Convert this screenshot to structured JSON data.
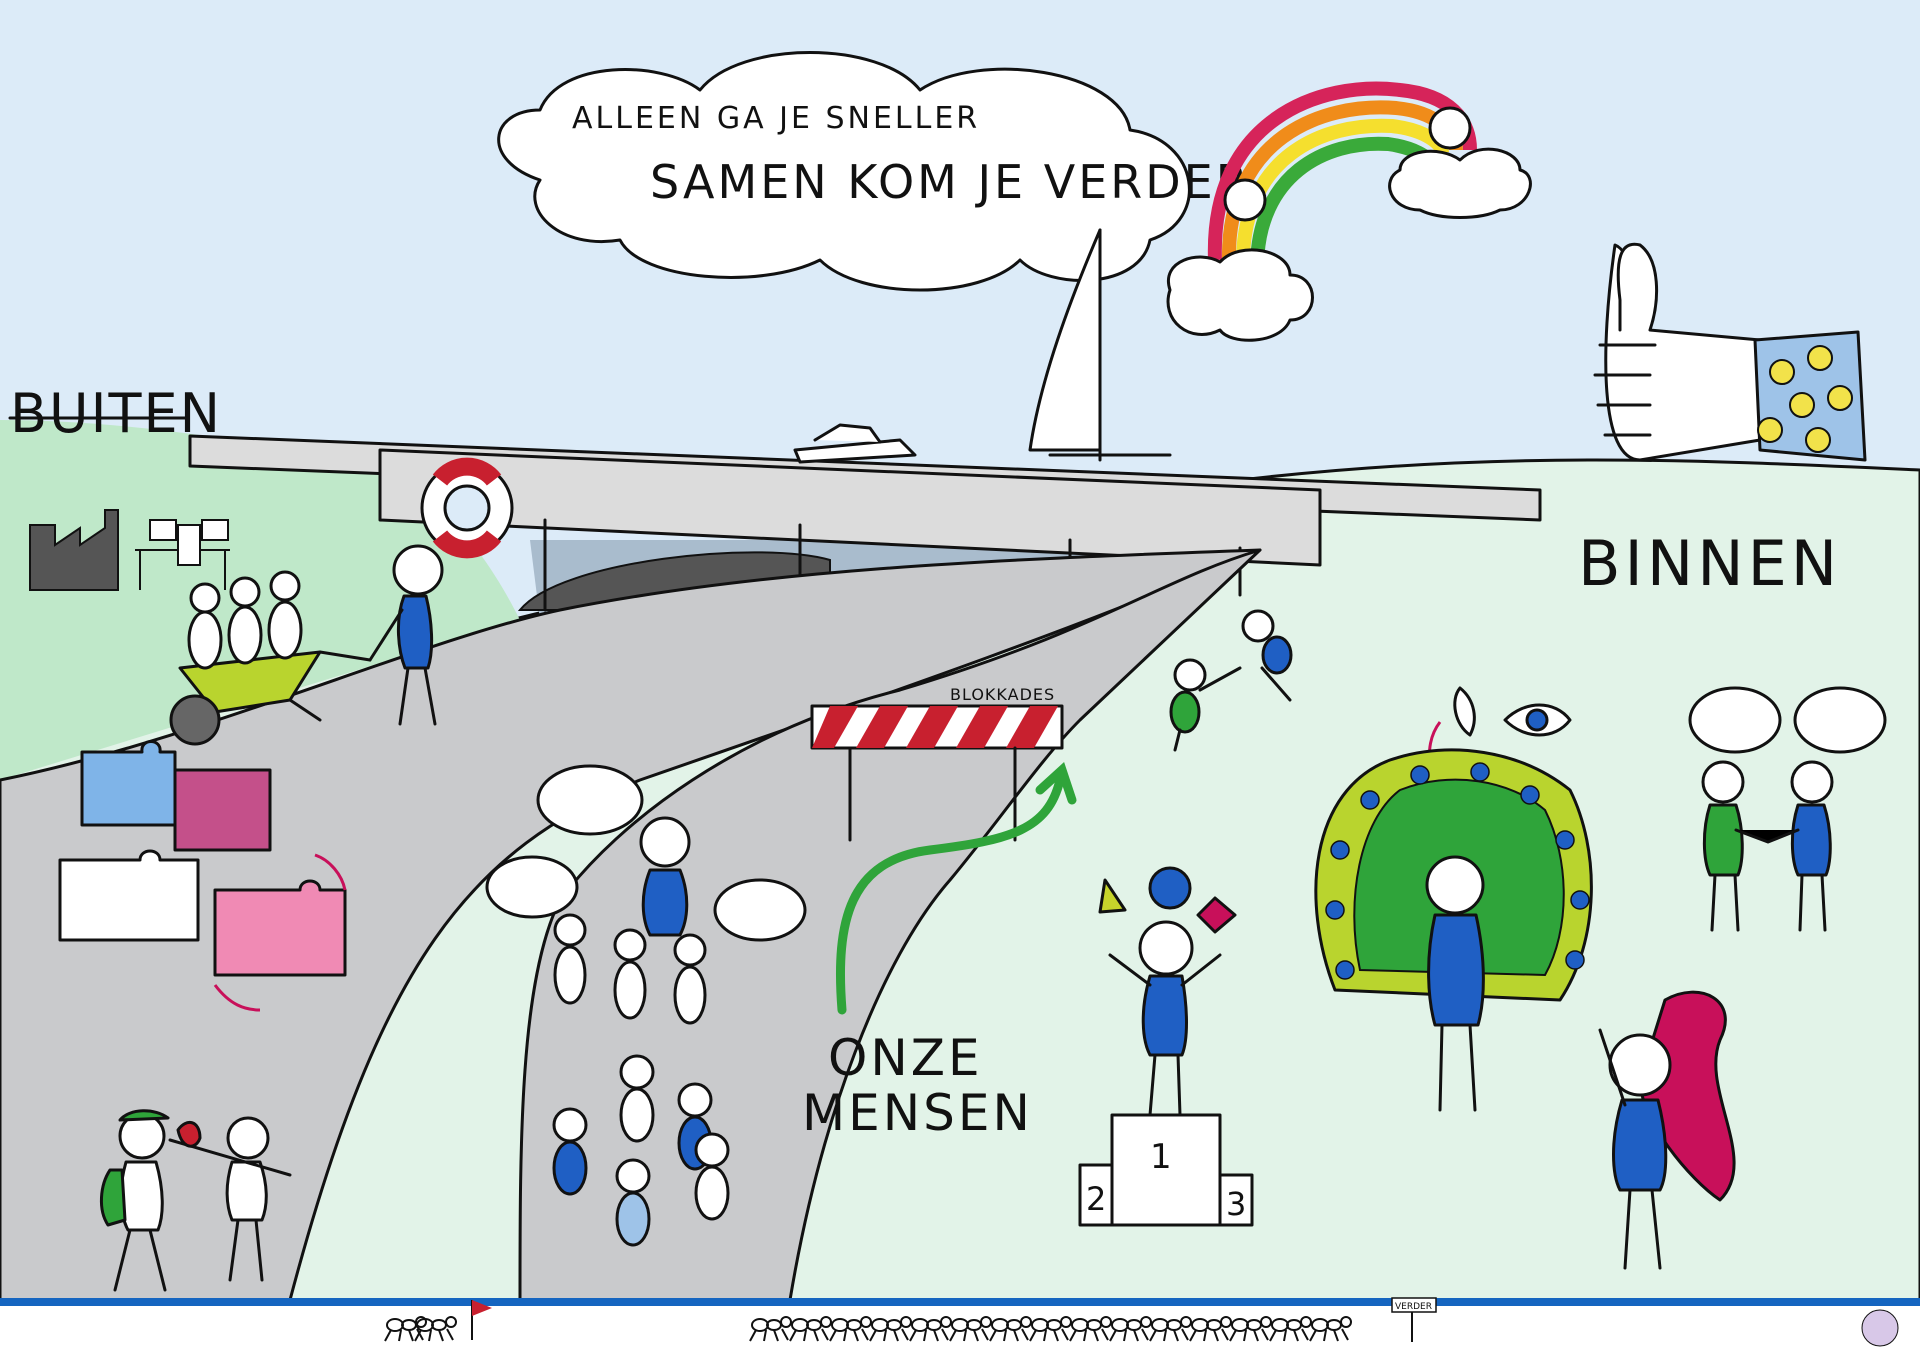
{
  "cloud": {
    "line1": "ALLEEN GA JE SNELLER",
    "line2": "SAMEN KOM JE VERDER"
  },
  "labels": {
    "outside": "BUITEN",
    "inside": "BINNEN",
    "blockade": "BLOKKADES",
    "our_people_1": "ONZE",
    "our_people_2": "MENSEN",
    "signpost": "VERDER"
  },
  "podium": {
    "first": "1",
    "second": "2",
    "third": "3"
  },
  "colors": {
    "sky": "#dcebf8",
    "hill_left": "#bfe8c9",
    "hill_right": "#e2f3e8",
    "road": "#c9cacc",
    "bridge": "#dcdcdc",
    "water": "#a9bccd",
    "accent_blue": "#1f5fc4",
    "accent_green": "#2fa43a",
    "accent_pink": "#c8105a",
    "bottom_line": "#1565c0"
  },
  "icons": [
    "factory-icon",
    "office-desk-icon",
    "lifebuoy-icon",
    "boat-icon",
    "sailboat-icon",
    "rainbow-icon",
    "thumbs-up-icon",
    "puzzle-icon",
    "wheelbarrow-icon",
    "speech-bubble-icon",
    "ear-icon",
    "eye-icon",
    "peacock-icon",
    "podium-icon",
    "cape-icon",
    "ant-icon",
    "flag-icon",
    "signpost-icon",
    "logo-icon"
  ]
}
